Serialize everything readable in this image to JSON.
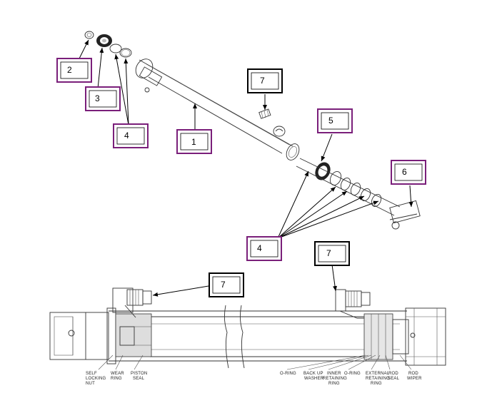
{
  "colors": {
    "purple_box": "#7a1f7a",
    "black_box": "#000000",
    "line": "#333333"
  },
  "callouts": {
    "c1": "1",
    "c2": "2",
    "c3": "3",
    "c4a": "4",
    "c4b": "4",
    "c5": "5",
    "c6": "6",
    "c7a": "7",
    "c7b": "7",
    "c7c": "7"
  },
  "section_labels": {
    "self_locking_nut": [
      "SELF",
      "LOCKING",
      "NUT"
    ],
    "wear_ring": [
      "WEAR",
      "RING"
    ],
    "piston_seal": [
      "PISTON",
      "SEAL"
    ],
    "o_ring_1": [
      "O-RING"
    ],
    "back_up_washer": [
      "BACK UP",
      "WASHER"
    ],
    "inner_retaining_ring": [
      "INNER",
      "RETAINING",
      "RING"
    ],
    "o_ring_2": [
      "O-RING"
    ],
    "external_retaining_ring": [
      "EXTERNAL",
      "RETAINING",
      "RING"
    ],
    "rod_seal": [
      "ROD",
      "SEAL"
    ],
    "rod_wiper": [
      "ROD",
      "WIPER"
    ]
  }
}
